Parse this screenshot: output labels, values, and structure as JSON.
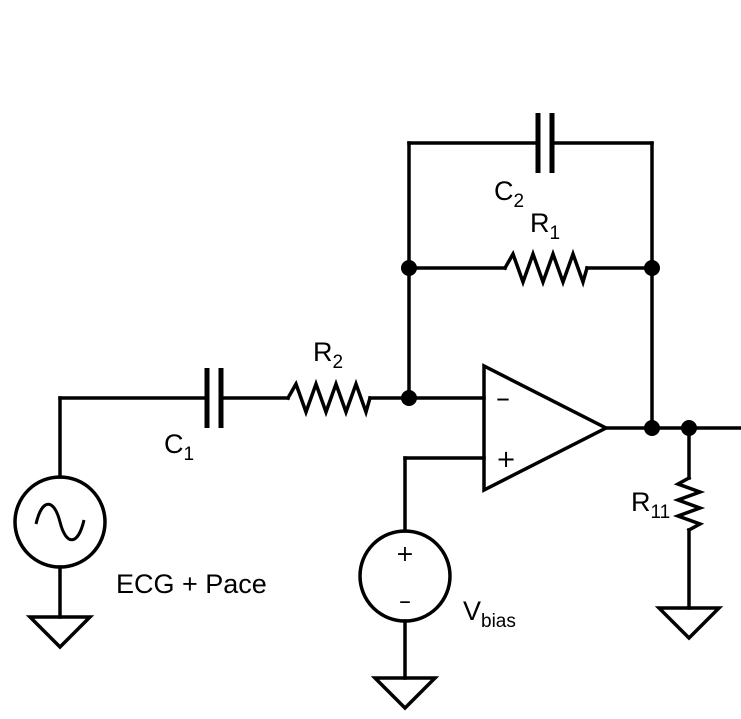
{
  "labels": {
    "c1": {
      "main": "C",
      "sub": "1"
    },
    "c2": {
      "main": "C",
      "sub": "2"
    },
    "r1": {
      "main": "R",
      "sub": "1"
    },
    "r2": {
      "main": "R",
      "sub": "2"
    },
    "r11": {
      "main": "R",
      "sub": "11"
    },
    "source": "ECG + Pace",
    "vbias": {
      "main": "V",
      "sub": "bias"
    }
  },
  "opamp": {
    "inverting": "–",
    "noninverting": "+"
  },
  "bias_source": {
    "plus": "+",
    "minus": "–"
  }
}
